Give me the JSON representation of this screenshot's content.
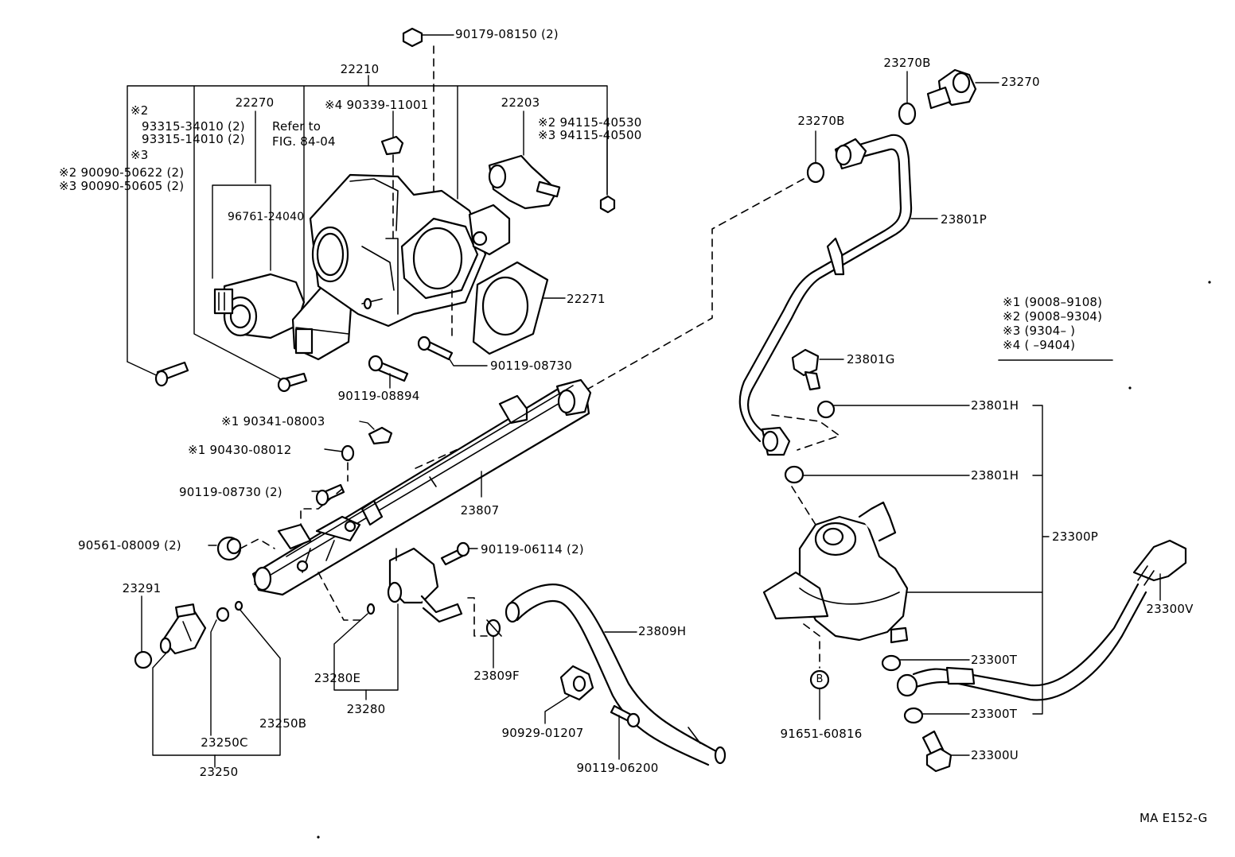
{
  "diagram_code": "MA  E152-G",
  "refer_note": [
    "Refer to",
    "FIG. 84-04"
  ],
  "legend": [
    "※1 (9008–9108)",
    "※2 (9008–9304)",
    "※3 (9304–          )",
    "※4 (          –9404)"
  ],
  "labels": {
    "p90179_08150": "90179-08150 (2)",
    "p22210": "22210",
    "p22270": "22270",
    "p22203": "22203",
    "p23270B_top": "23270B",
    "p23270": "23270",
    "p23270B": "23270B",
    "m2": "※2",
    "p93315_34010": "93315-34010 (2)",
    "p93315_14010": "93315-14010 (2)",
    "m3": "※3",
    "p90090_50622": "※2 90090-50622 (2)",
    "p90090_50605": "※3 90090-50605 (2)",
    "p90339_11001": "※4 90339-11001",
    "p94115_40530": "※2 94115-40530",
    "p94115_40500": "※3 94115-40500",
    "p96761_24040": "96761-24040",
    "p23801P": "23801P",
    "p22271": "22271",
    "p90119_08730_a": "90119-08730",
    "p90119_08894": "90119-08894",
    "p23801G": "23801G",
    "p23801H_a": "23801H",
    "p23801H_b": "23801H",
    "p90341_08003": "※1 90341-08003",
    "p90430_08012": "※1 90430-08012",
    "p90119_08730_b": "90119-08730 (2)",
    "p23807": "23807",
    "p23300P": "23300P",
    "p90561_08009": "90561-08009 (2)",
    "p90119_06114": "90119-06114 (2)",
    "p23291": "23291",
    "p23300V": "23300V",
    "p23809H": "23809H",
    "p23300T_a": "23300T",
    "p23280E": "23280E",
    "p23809F": "23809F",
    "p23280": "23280",
    "p23300T_b": "23300T",
    "p90929_01207": "90929-01207",
    "p91651_60816": "91651-60816",
    "p23250B": "23250B",
    "p23250C": "23250C",
    "p23250": "23250",
    "p90119_06200": "90119-06200",
    "p23300U": "23300U",
    "circle_b": "B"
  }
}
